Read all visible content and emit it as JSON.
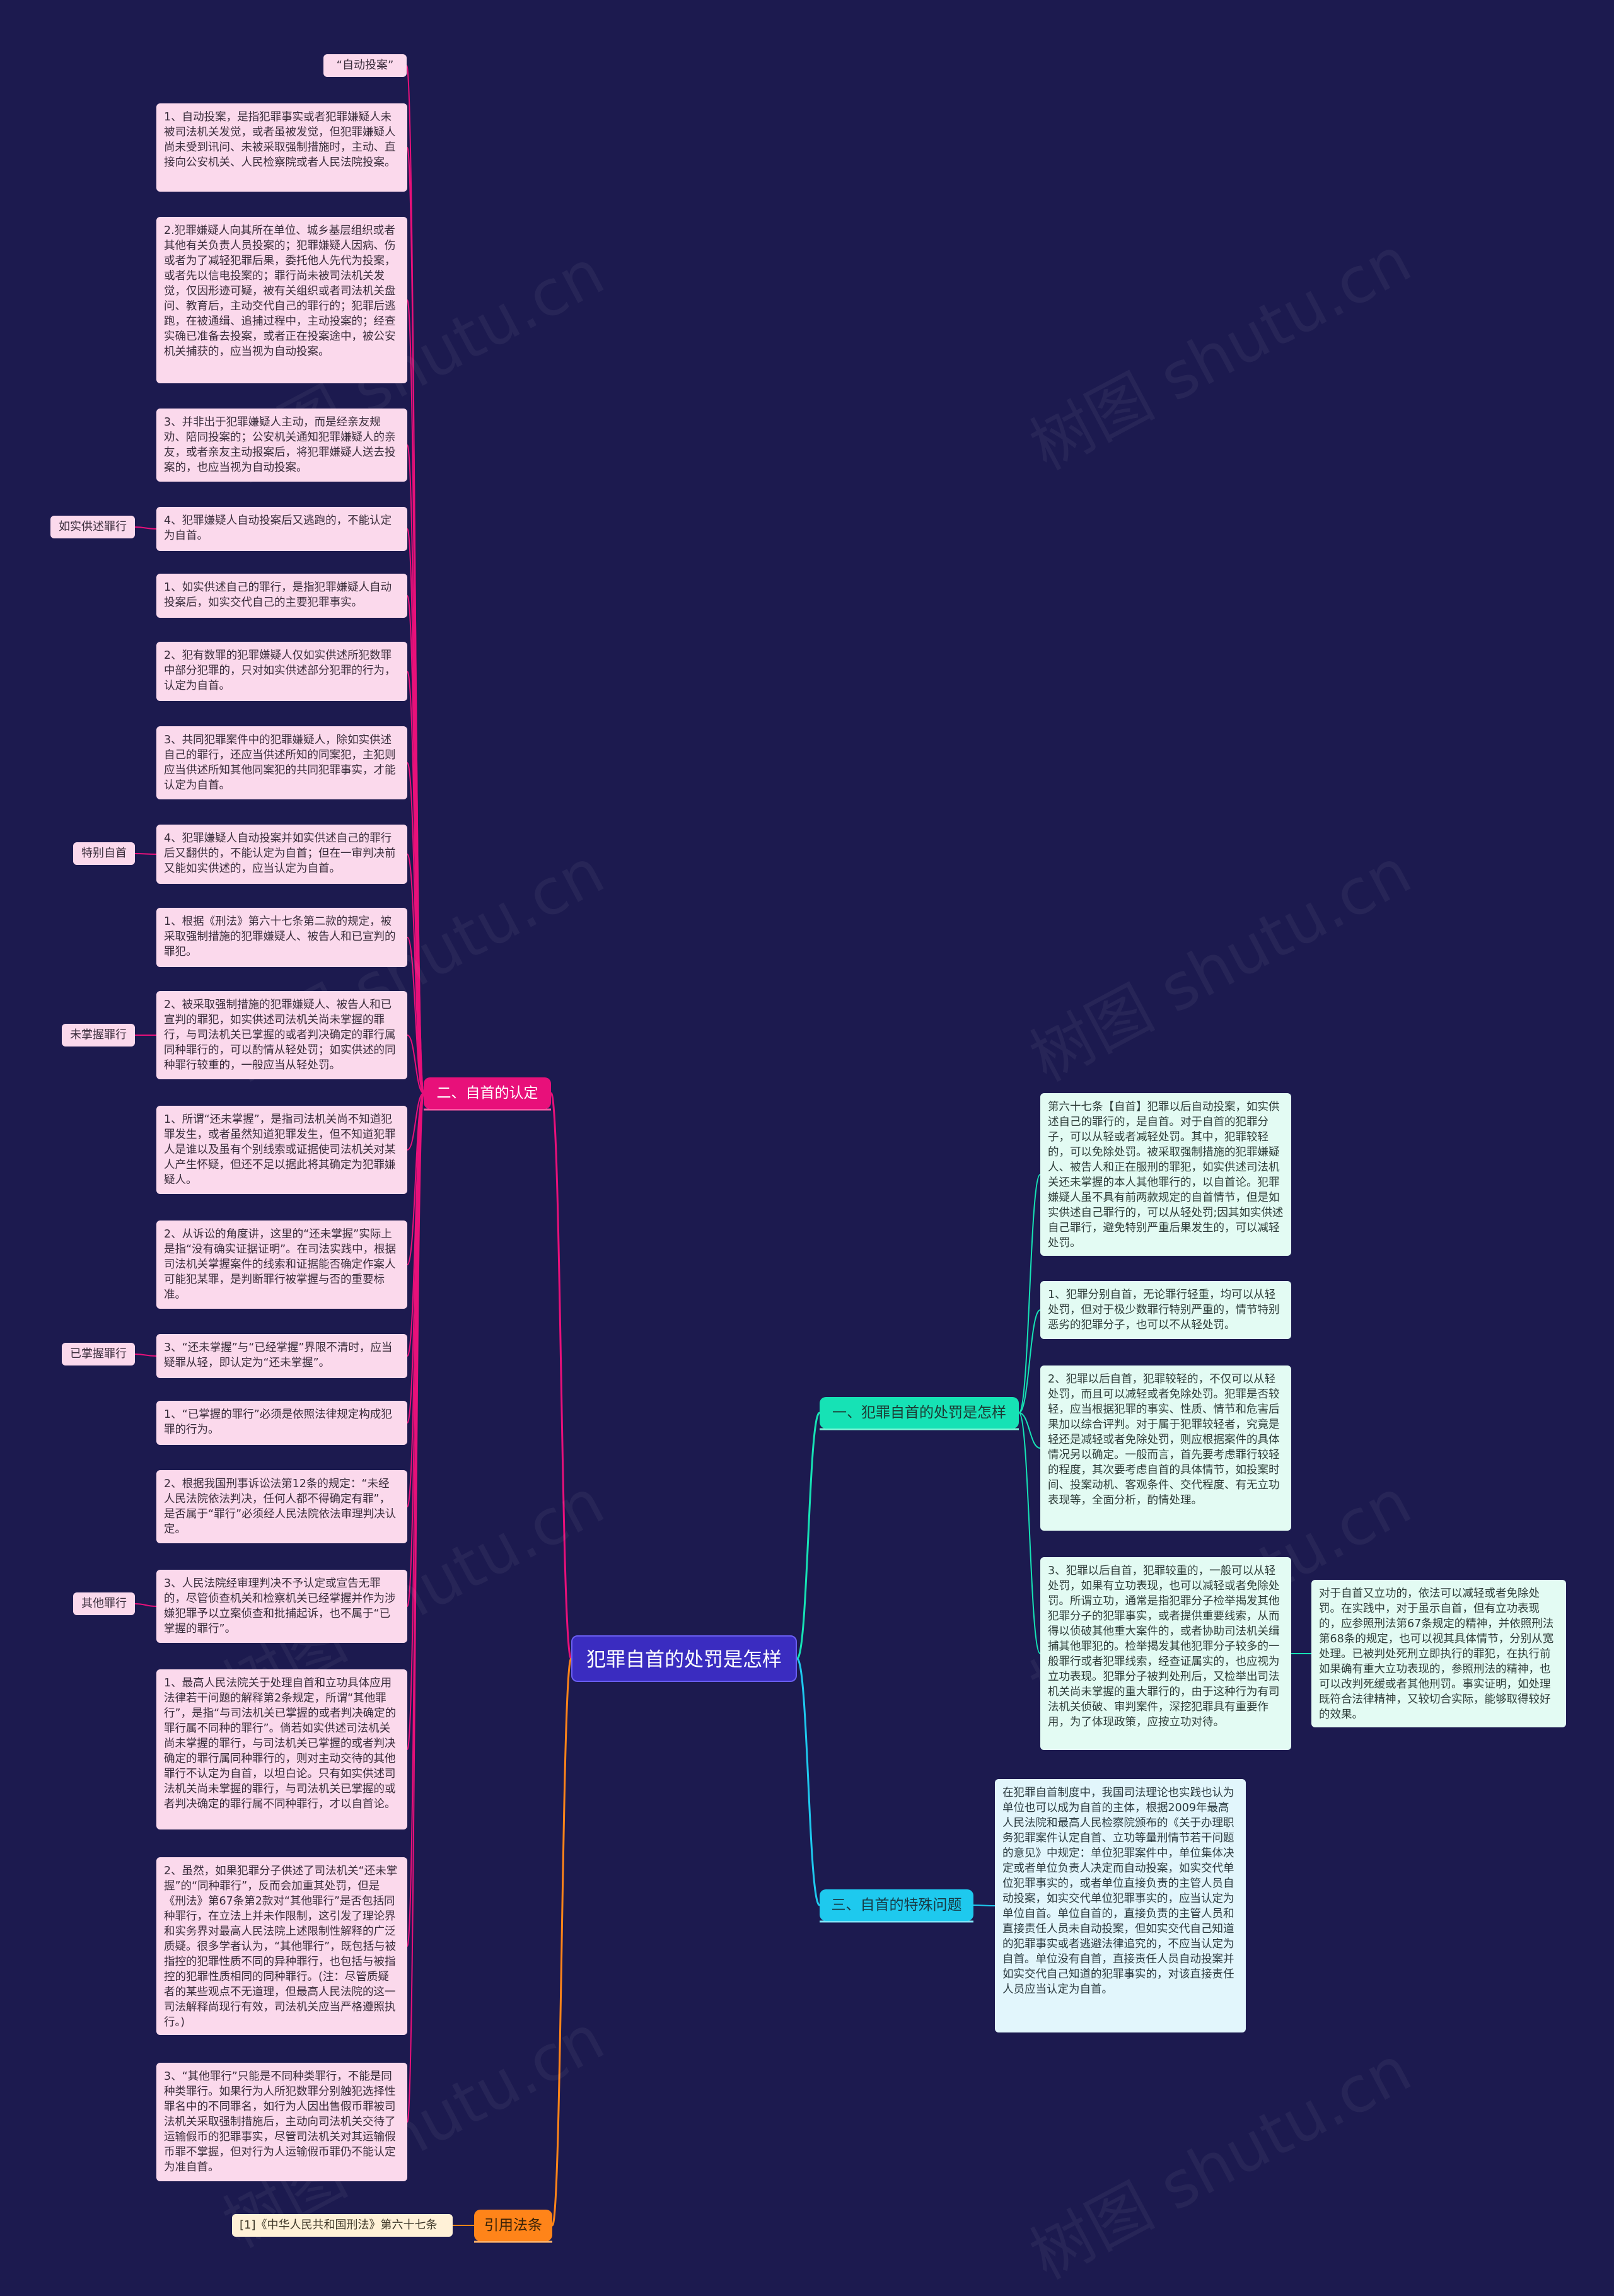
{
  "root": {
    "label": "犯罪自首的处罚是怎样"
  },
  "branches": {
    "recognition": {
      "label": "二、自首的认定"
    },
    "punishment": {
      "label": "一、犯罪自首的处罚是怎样"
    },
    "special": {
      "label": "三、自首的特殊问题"
    },
    "citation": {
      "label": "引用法条"
    }
  },
  "recognition_items": [
    "“自动投案”",
    "1、自动投案，是指犯罪事实或者犯罪嫌疑人未被司法机关发觉，或者虽被发觉，但犯罪嫌疑人尚未受到讯问、未被采取强制措施时，主动、直接向公安机关、人民检察院或者人民法院投案。",
    "2.犯罪嫌疑人向其所在单位、城乡基层组织或者其他有关负责人员投案的；犯罪嫌疑人因病、伤或者为了减轻犯罪后果，委托他人先代为投案，或者先以信电投案的；罪行尚未被司法机关发觉，仅因形迹可疑，被有关组织或者司法机关盘问、教育后，主动交代自己的罪行的；犯罪后逃跑，在被通缉、追捕过程中，主动投案的；经查实确已准备去投案，或者正在投案途中，被公安机关捕获的，应当视为自动投案。",
    "3、并非出于犯罪嫌疑人主动，而是经亲友规劝、陪同投案的；公安机关通知犯罪嫌疑人的亲友，或者亲友主动报案后，将犯罪嫌疑人送去投案的，也应当视为自动投案。",
    "4、犯罪嫌疑人自动投案后又逃跑的，不能认定为自首。",
    "1、如实供述自己的罪行，是指犯罪嫌疑人自动投案后，如实交代自己的主要犯罪事实。",
    "2、犯有数罪的犯罪嫌疑人仅如实供述所犯数罪中部分犯罪的，只对如实供述部分犯罪的行为，认定为自首。",
    "3、共同犯罪案件中的犯罪嫌疑人，除如实供述自己的罪行，还应当供述所知的同案犯，主犯则应当供述所知其他同案犯的共同犯罪事实，才能认定为自首。",
    "4、犯罪嫌疑人自动投案并如实供述自己的罪行后又翻供的，不能认定为自首；但在一审判决前又能如实供述的，应当认定为自首。",
    "1、根据《刑法》第六十七条第二款的规定，被采取强制措施的犯罪嫌疑人、被告人和已宣判的罪犯。",
    "2、被采取强制措施的犯罪嫌疑人、被告人和已宣判的罪犯，如实供述司法机关尚未掌握的罪行，与司法机关已掌握的或者判决确定的罪行属同种罪行的，可以酌情从轻处罚；如实供述的同种罪行较重的，一般应当从轻处罚。",
    "1、所谓“还未掌握”，是指司法机关尚不知道犯罪发生，或者虽然知道犯罪发生，但不知道犯罪人是谁以及虽有个别线索或证据使司法机关对某人产生怀疑，但还不足以据此将其确定为犯罪嫌疑人。",
    "2、从诉讼的角度讲，这里的“还未掌握”实际上是指“没有确实证据证明”。在司法实践中，根据司法机关掌握案件的线索和证据能否确定作案人可能犯某罪，是判断罪行被掌握与否的重要标准。",
    "3、“还未掌握”与“已经掌握”界限不清时，应当疑罪从轻，即认定为“还未掌握”。",
    "1、“已掌握的罪行”必须是依照法律规定构成犯罪的行为。",
    "2、根据我国刑事诉讼法第12条的规定：“未经人民法院依法判决，任何人都不得确定有罪”，是否属于“罪行”必须经人民法院依法审理判决认定。",
    "3、人民法院经审理判决不予认定或宣告无罪的，尽管侦查机关和检察机关已经掌握并作为涉嫌犯罪予以立案侦查和批捕起诉，也不属于“已掌握的罪行”。",
    "1、最高人民法院关于处理自首和立功具体应用法律若干问题的解释第2条规定，所谓“其他罪行”，是指“与司法机关已掌握的或者判决确定的罪行属不同种的罪行”。倘若如实供述司法机关尚未掌握的罪行，与司法机关已掌握的或者判决确定的罪行属同种罪行的，则对主动交待的其他罪行不认定为自首，以坦白论。只有如实供述司法机关尚未掌握的罪行，与司法机关已掌握的或者判决确定的罪行属不同种罪行，才以自首论。",
    "2、虽然，如果犯罪分子供述了司法机关“还未掌握”的“同种罪行”，反而会加重其处罚，但是《刑法》第67条第2款对“其他罪行”是否包括同种罪行，在立法上并未作限制，这引发了理论界和实务界对最高人民法院上述限制性解释的广泛质疑。很多学者认为，“其他罪行”，既包括与被指控的犯罪性质不同的异种罪行，也包括与被指控的犯罪性质相同的同种罪行。(注：尽管质疑者的某些观点不无道理，但最高人民法院的这一司法解释尚现行有效，司法机关应当严格遵照执行。)",
    "3、“其他罪行”只能是不同种类罪行，不能是同种类罪行。如果行为人所犯数罪分别触犯选择性罪名中的不同罪名，如行为人因出售假币罪被司法机关采取强制措施后，主动向司法机关交待了运输假币的犯罪事实，尽管司法机关对其运输假币罪不掌握，但对行为人运输假币罪仍不能认定为准自首。"
  ],
  "side_tags": [
    "如实供述罪行",
    "特别自首",
    "未掌握罪行",
    "已掌握罪行",
    "其他罪行"
  ],
  "punishment_items": [
    "第六十七条【自首】犯罪以后自动投案，如实供述自己的罪行的，是自首。对于自首的犯罪分子，可以从轻或者减轻处罚。其中，犯罪较轻的，可以免除处罚。被采取强制措施的犯罪嫌疑人、被告人和正在服刑的罪犯，如实供述司法机关还未掌握的本人其他罪行的，以自首论。犯罪嫌疑人虽不具有前两款规定的自首情节，但是如实供述自己罪行的，可以从轻处罚;因其如实供述自己罪行，避免特别严重后果发生的，可以减轻处罚。",
    "1、犯罪分别自首，无论罪行轻重，均可以从轻处罚，但对于极少数罪行特别严重的，情节特别恶劣的犯罪分子，也可以不从轻处罚。",
    "2、犯罪以后自首，犯罪较轻的，不仅可以从轻处罚，而且可以减轻或者免除处罚。犯罪是否较轻，应当根据犯罪的事实、性质、情节和危害后果加以综合评判。对于属于犯罪较轻者，究竟是轻还是减轻或者免除处罚，则应根据案件的具体情况另以确定。一般而言，首先要考虑罪行较轻的程度，其次要考虑自首的具体情节，如投案时间、投案动机、客观条件、交代程度、有无立功表现等，全面分析，酌情处理。",
    "3、犯罪以后自首，犯罪较重的，一般可以从轻处罚，如果有立功表现，也可以减轻或者免除处罚。所谓立功，通常是指犯罪分子检举揭发其他犯罪分子的犯罪事实，或者提供重要线索，从而得以侦破其他重大案件的，或者协助司法机关缉捕其他罪犯的。检举揭发其他犯罪分子较多的一般罪行或者犯罪线索，经查证属实的，也应视为立功表现。犯罪分子被判处刑后，又检举出司法机关尚未掌握的重大罪行的，由于这种行为有司法机关侦破、审判案件，深挖犯罪具有重要作用，为了体现政策，应按立功对待。"
  ],
  "punishment_sub": "对于自首又立功的，依法可以减轻或者免除处罚。在实践中，对于虽示自首，但有立功表现的，应参照刑法第67条规定的精神，并依照刑法第68条的规定，也可以视其具体情节，分别从宽处理。已被判处死刑立即执行的罪犯，在执行前如果确有重大立功表现的，参照刑法的精神，也可以改判死缓或者其他刑罚。事实证明，如处理既符合法律精神，又较切合实际，能够取得较好的效果。",
  "special_text": "在犯罪自首制度中，我国司法理论也实践也认为单位也可以成为自首的主体，根据2009年最高人民法院和最高人民检察院颁布的《关于办理职务犯罪案件认定自首、立功等量刑情节若干问题的意见》中规定：单位犯罪案件中，单位集体决定或者单位负责人决定而自动投案，如实交代单位犯罪事实的，或者单位直接负责的主管人员自动投案，如实交代单位犯罪事实的，应当认定为单位自首。单位自首的，直接负责的主管人员和直接责任人员未自动投案，但如实交代自己知道的犯罪事实或者逃避法律追究的，不应当认定为自首。单位没有自首，直接责任人员自动投案并如实交代自己知道的犯罪事实的，对该直接责任人员应当认定为自首。",
  "citation_ref": "[1]《中华人民共和国刑法》第六十七条",
  "watermark": "树图 shutu.cn",
  "colors": {
    "background": "#1c1a4f",
    "root": "#3a2cc0",
    "recognition": "#e8107a",
    "punishment": "#16e2b5",
    "special": "#1ec9ee",
    "citation": "#ff8419",
    "pink_node": "#fbd9ec",
    "mint_node": "#e3fbf3",
    "cyan_node": "#e2f6fc",
    "cream_node": "#fff1d7"
  }
}
